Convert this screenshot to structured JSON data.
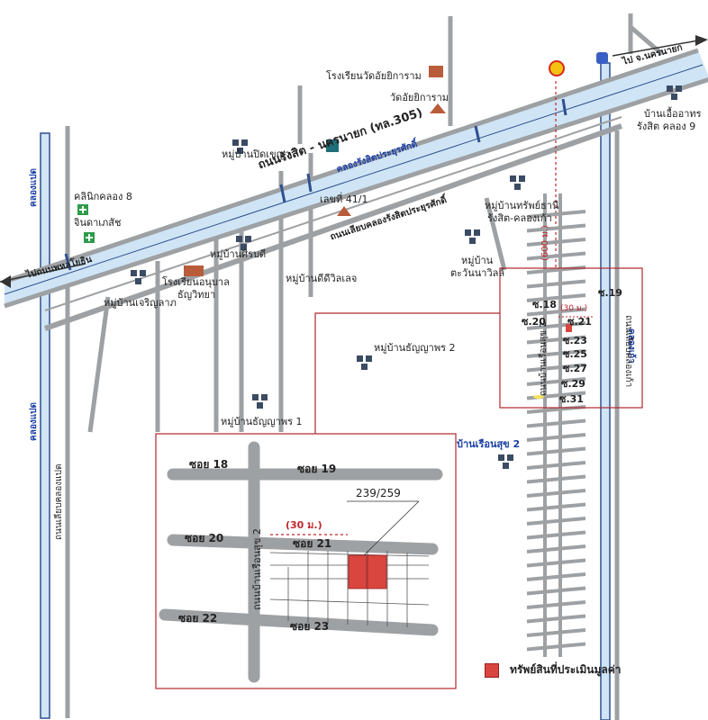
{
  "roads": {
    "highway_name": "ถนนรังสิต - นครนายก (ทล.305)",
    "canal_name": "คลองรังสิตประยุรศักดิ์",
    "canal_road": "ถนนเลียบคลองรังสิตประยุรศักดิ์",
    "to_thanyaburi": "ไปถนนพหลโยธิน",
    "to_nakhon_nayok": "ไป จ.นครนายก",
    "khlong_paet_top": "คลองแปด",
    "khlong_paet_bottom": "คลองแปด",
    "liap_khlong_paet": "ถนนเลียบคลองแปด",
    "khlong_kao": "คลองเก้า",
    "liap_khlong_kao": "ถนนเลียบคลองเก้า",
    "soi_main": "ถนนบ้านเรือนสุข 2",
    "dist_600": "(600 ม.)"
  },
  "places": {
    "school_wat": "โรงเรียนวัดอัยยิการาม",
    "wat": "วัดอัยยิการาม",
    "ban_ueaarthon": "บ้านเอื้ออาทร",
    "ban_ueaarthon2": "รังสิต คลอง 9",
    "moo_pitchaya": "หมู่บ้านปิดเขญา",
    "clinic": "คลินิกคลอง 8",
    "pharmacy": "จินดาเภสัช",
    "lek_41": "เลขที่ 41/1",
    "moo_suppha": "หมู่บ้านทรัพย์ธานี",
    "moo_suppha2": "รังสิต-คลองเก้า",
    "moo_sirabodi": "หมู่บ้านศิรบดี",
    "moo_dtawan": "หมู่บ้าน",
    "moo_dtawan2": "ตะวันนาวิลล์",
    "school_anuban": "โรงเรียนอนุบาล",
    "school_anuban2": "ธัญวิทยา",
    "moo_jaroenlap": "หมู่บ้านเจริญลาภ",
    "moo_dd": "หมู่บ้านดีดีวิลเลจ",
    "moo_thanyaporn2": "หมู่บ้านธัญญาพร 2",
    "moo_thanyaporn1": "หมู่บ้านธัญญาพร 1",
    "ban_ruen_suk": "บ้านเรือนสุข 2"
  },
  "inset_top": {
    "soi18": "ซ.18",
    "soi19": "ซ.19",
    "soi20": "ซ.20",
    "soi21": "ซ.21",
    "soi23": "ซ.23",
    "soi25": "ซ.25",
    "soi27": "ซ.27",
    "soi29": "ซ.29",
    "soi31": "ซ.31",
    "dist": "(30 ม.)"
  },
  "inset_detail": {
    "soi18": "ซอย 18",
    "soi19": "ซอย 19",
    "soi20": "ซอย 20",
    "soi21": "ซอย 21",
    "soi22": "ซอย 22",
    "soi23": "ซอย 23",
    "road": "ถนนบ้านเรือนสุข 2",
    "dist": "(30 ม.)",
    "plot": "239/259"
  },
  "legend": {
    "label": "ทรัพย์สินที่ประเมินมูลค่า",
    "color": "#d9463f"
  }
}
